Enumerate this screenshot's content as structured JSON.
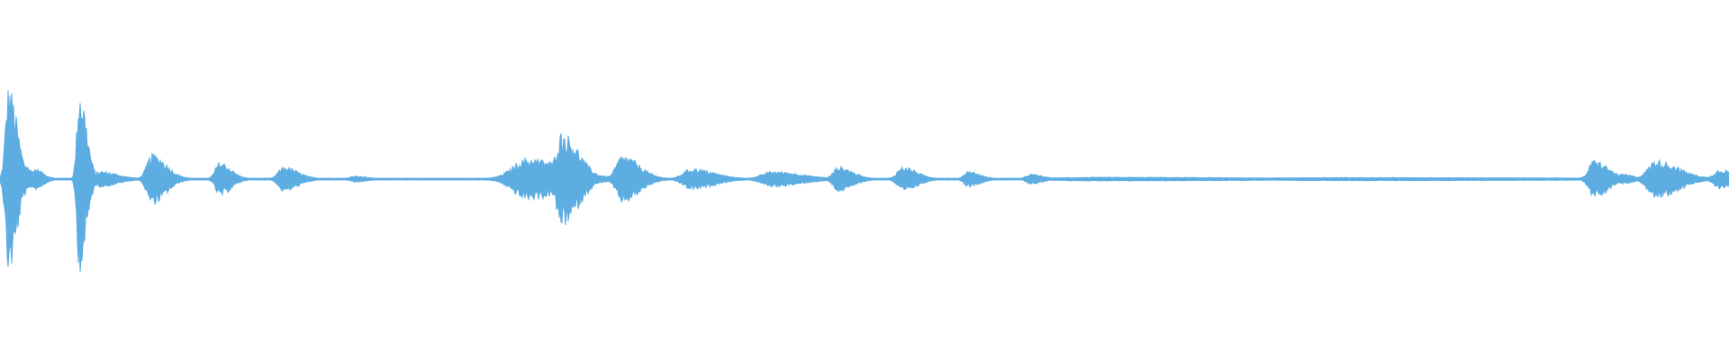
{
  "waveform": {
    "color": "#5dade2",
    "background": "#ffffff",
    "peak_scale": 1.0,
    "baseline_amplitude": 0.005,
    "bursts": [
      {
        "center": 0.005,
        "amp": 1.0,
        "width": 0.003
      },
      {
        "center": 0.012,
        "amp": 0.2,
        "width": 0.003
      },
      {
        "center": 0.02,
        "amp": 0.11,
        "width": 0.003
      },
      {
        "center": 0.046,
        "amp": 0.98,
        "width": 0.0025
      },
      {
        "center": 0.058,
        "amp": 0.08,
        "width": 0.006
      },
      {
        "center": 0.088,
        "amp": 0.27,
        "width": 0.005
      },
      {
        "center": 0.127,
        "amp": 0.18,
        "width": 0.004
      },
      {
        "center": 0.164,
        "amp": 0.13,
        "width": 0.005
      },
      {
        "center": 0.205,
        "amp": 0.03,
        "width": 0.004
      },
      {
        "center": 0.305,
        "amp": 0.22,
        "width": 0.014
      },
      {
        "center": 0.325,
        "amp": 0.5,
        "width": 0.006
      },
      {
        "center": 0.36,
        "amp": 0.25,
        "width": 0.006
      },
      {
        "center": 0.4,
        "amp": 0.11,
        "width": 0.008
      },
      {
        "center": 0.447,
        "amp": 0.08,
        "width": 0.01
      },
      {
        "center": 0.485,
        "amp": 0.13,
        "width": 0.005
      },
      {
        "center": 0.522,
        "amp": 0.13,
        "width": 0.005
      },
      {
        "center": 0.56,
        "amp": 0.08,
        "width": 0.004
      },
      {
        "center": 0.596,
        "amp": 0.05,
        "width": 0.004
      },
      {
        "center": 0.64,
        "amp": 0.015,
        "width": 0.05
      },
      {
        "center": 0.78,
        "amp": 0.012,
        "width": 0.08
      },
      {
        "center": 0.922,
        "amp": 0.2,
        "width": 0.005
      },
      {
        "center": 0.938,
        "amp": 0.05,
        "width": 0.004
      },
      {
        "center": 0.958,
        "amp": 0.2,
        "width": 0.008
      },
      {
        "center": 0.995,
        "amp": 0.1,
        "width": 0.006
      }
    ]
  }
}
